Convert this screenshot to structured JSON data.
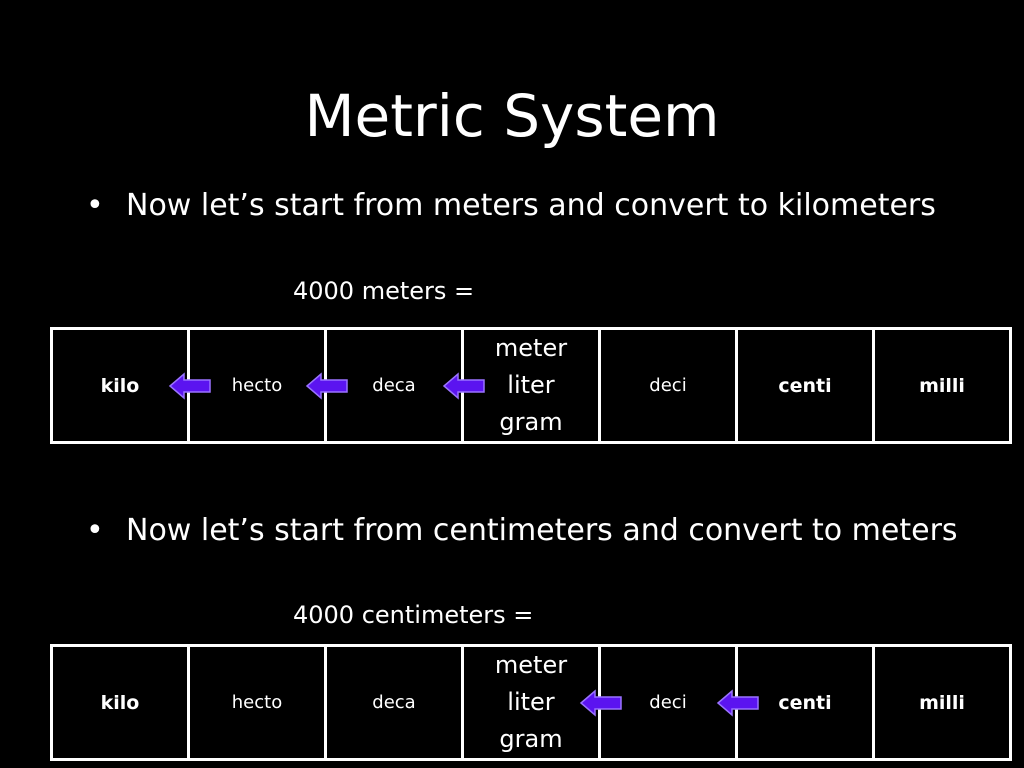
{
  "slide": {
    "title": "Metric System",
    "bullet_glyph": "•",
    "bullet_1": "Now let’s start from meters and convert to kilometers",
    "problem_1": "4000 meters =",
    "bullet_2": "Now let’s start from centimeters and convert to meters",
    "problem_2": "4000 centimeters ="
  },
  "prefixes": {
    "kilo": "kilo",
    "hecto": "hecto",
    "deca": "deca",
    "base_1": "meter",
    "base_2": "liter",
    "base_3": "gram",
    "deci": "deci",
    "centi": "centi",
    "milli": "milli"
  },
  "colors": {
    "background": "#000000",
    "text": "#ffffff",
    "arrow_fill": "#5b14f0",
    "arrow_stroke": "#9a73ff"
  },
  "icons": {
    "arrow": "left-arrow-icon"
  }
}
